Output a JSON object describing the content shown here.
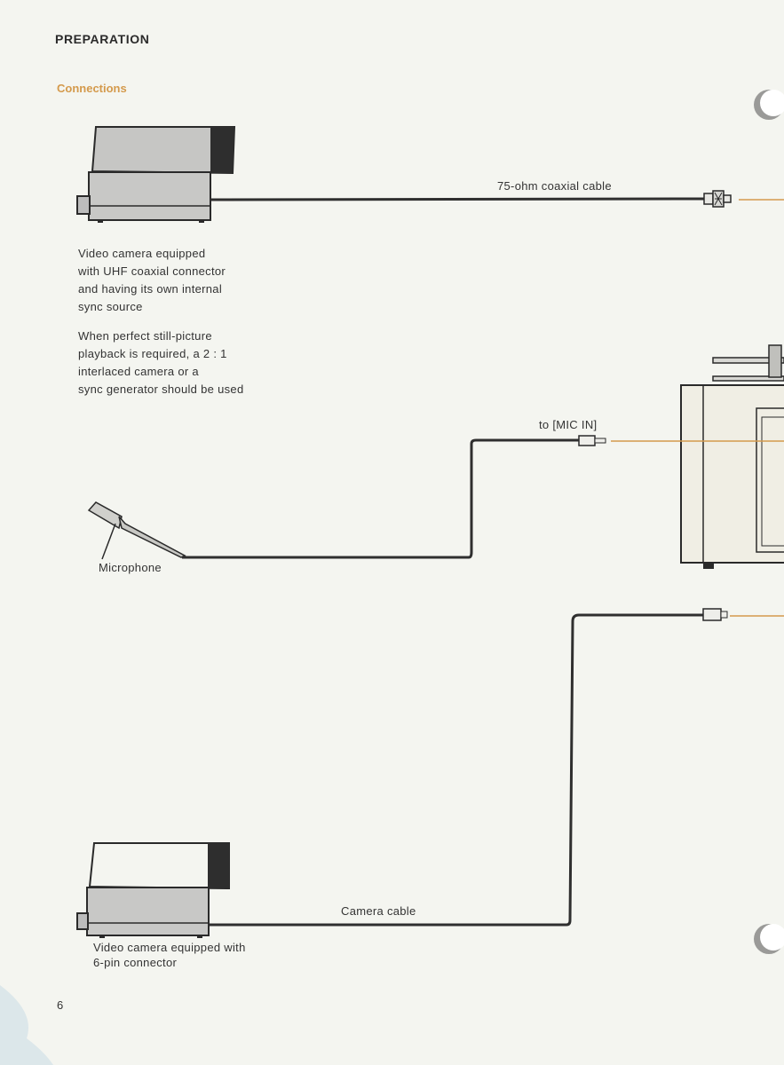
{
  "header": {
    "section_title": "PREPARATION",
    "subsection_title": "Connections"
  },
  "camera_top": {
    "description_lines": [
      "Video camera equipped",
      "with UHF coaxial connector",
      "and having its own internal",
      "sync source"
    ],
    "note_lines": [
      "When perfect still-picture",
      "playback is required, a 2 : 1",
      "interlaced camera or a",
      "sync generator should be used"
    ],
    "cable_label": "75-ohm coaxial cable"
  },
  "microphone": {
    "label": "Microphone",
    "cable_label": "to [MIC IN]"
  },
  "camera_bottom": {
    "description_lines": [
      "Video camera equipped with",
      "6-pin connector"
    ],
    "cable_label": "Camera cable"
  },
  "footer": {
    "page_number": "6"
  },
  "colors": {
    "accent": "#d49a4c",
    "cable": "#2f2f2f",
    "device_gray": "#c4c4c4",
    "device_dark": "#3a3a3a"
  }
}
